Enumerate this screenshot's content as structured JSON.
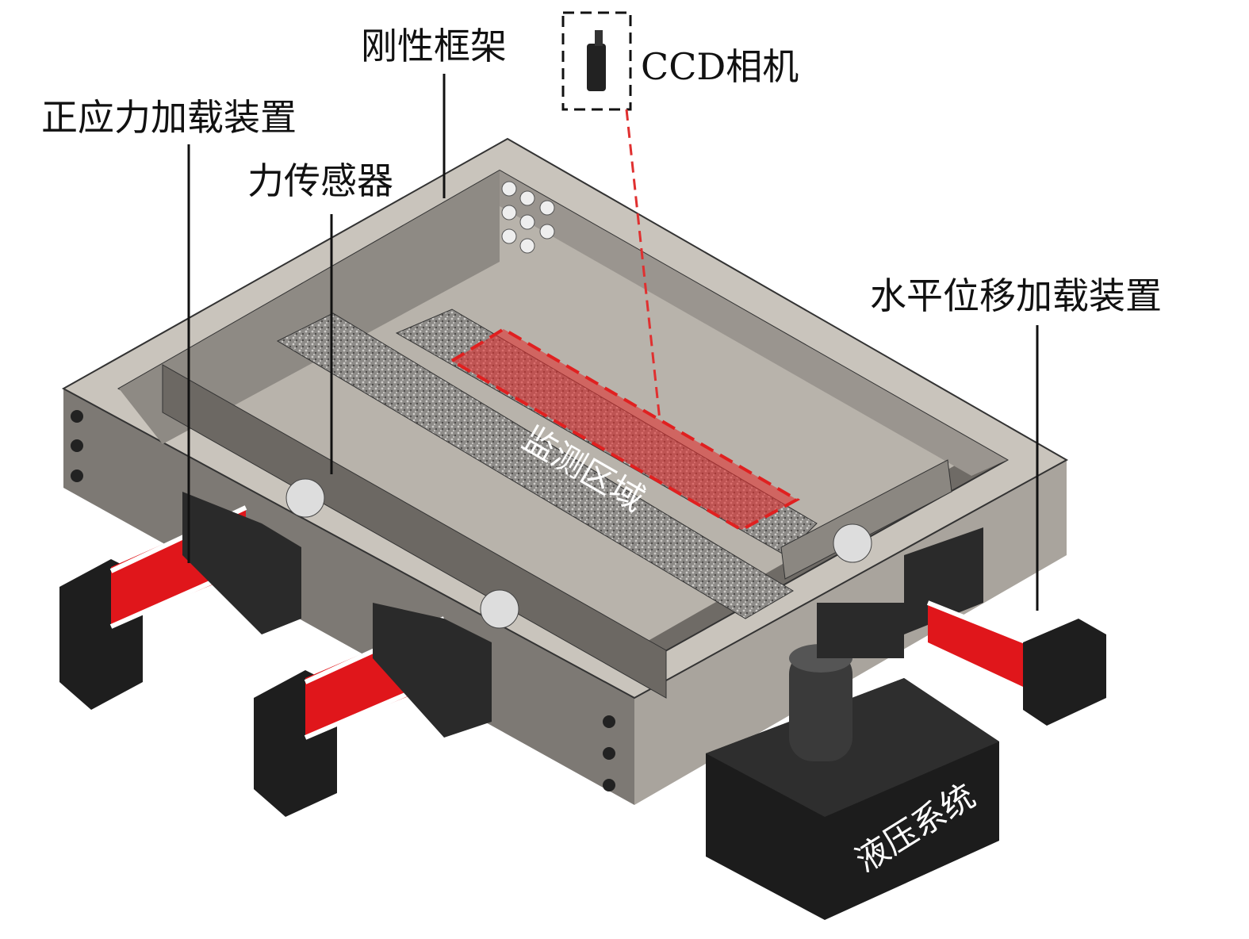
{
  "labels": {
    "rigid_frame": "刚性框架",
    "ccd_camera": "CCD相机",
    "normal_stress_loader": "正应力加载装置",
    "force_sensor": "力传感器",
    "horizontal_displacement_loader": "水平位移加载装置",
    "monitoring_area": "监测区域",
    "hydraulic_system": "液压系统"
  },
  "colors": {
    "frame": "#c9c4bc",
    "frame_dark": "#8f8a84",
    "cylinder": "#e0161b",
    "monitor_region": "#e03030",
    "hydraulic": "#1c1c1c"
  }
}
